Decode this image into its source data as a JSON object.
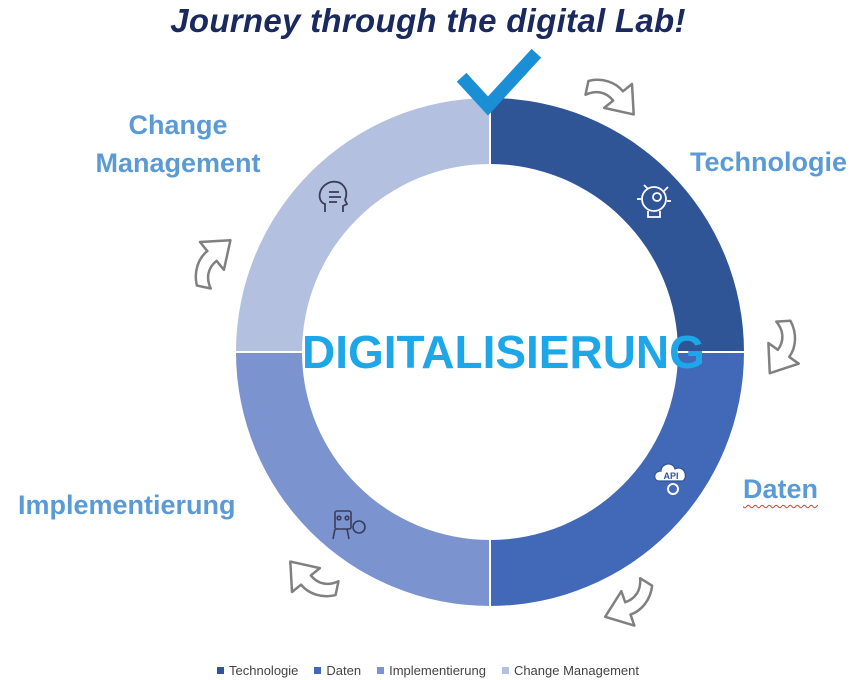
{
  "title": "Journey through the digital Lab!",
  "center_text": "DIGITALISIERUNG",
  "stages": [
    {
      "label": "Technologie",
      "color": "#2f5597",
      "icon": "gear-bulb-icon"
    },
    {
      "label": "Daten",
      "color": "#4169b8",
      "icon": "api-cloud-icon"
    },
    {
      "label": "Implementierung",
      "color": "#7b93cf",
      "icon": "robot-icon"
    },
    {
      "label": "Change Management",
      "color": "#b4c0e0",
      "icon": "head-icon"
    }
  ],
  "label_color": "#5b9bd5",
  "center_color": "#1ea7e8",
  "checkmark_color": "#1b8fd6",
  "legend": [
    "Technologie",
    "Daten",
    "Implementierung",
    "Change Management"
  ]
}
